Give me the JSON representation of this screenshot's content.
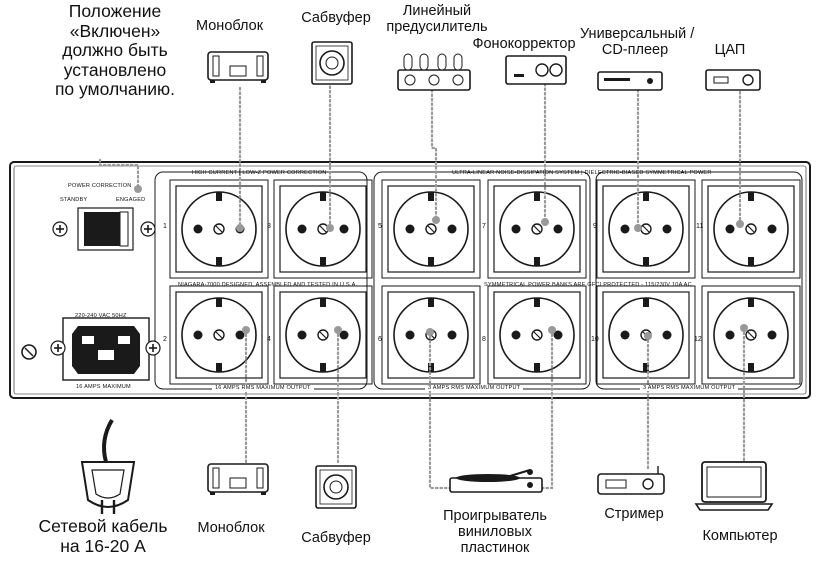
{
  "note_default_on": [
    "Положение",
    "«Включен»",
    "должно быть",
    "установлено",
    "по умолчанию."
  ],
  "top_devices": [
    {
      "key": "monoblock",
      "label": [
        "Моноблок"
      ],
      "icon": "amplifier-icon"
    },
    {
      "key": "subwoofer",
      "label": [
        "Сабвуфер"
      ],
      "icon": "subwoofer-icon"
    },
    {
      "key": "preamp",
      "label": [
        "Линейный",
        "предусилитель"
      ],
      "icon": "tube-preamp-icon"
    },
    {
      "key": "phono",
      "label": [
        "Фонокорректор"
      ],
      "icon": "phono-stage-icon"
    },
    {
      "key": "cd",
      "label": [
        "Универсальный /",
        "CD-плеер"
      ],
      "icon": "cd-player-icon"
    },
    {
      "key": "dac",
      "label": [
        "ЦАП"
      ],
      "icon": "dac-icon"
    }
  ],
  "bottom_devices": [
    {
      "key": "power_cable",
      "label": [
        "Сетевой кабель",
        "на 16-20 А"
      ],
      "icon": "power-cable-icon"
    },
    {
      "key": "monoblock",
      "label": [
        "Моноблок"
      ],
      "icon": "amplifier-icon"
    },
    {
      "key": "subwoofer",
      "label": [
        "Сабвуфер"
      ],
      "icon": "subwoofer-icon"
    },
    {
      "key": "turntable",
      "label": [
        "Проигрыватель",
        "виниловых",
        "пластинок"
      ],
      "icon": "turntable-icon"
    },
    {
      "key": "streamer",
      "label": [
        "Стример"
      ],
      "icon": "streamer-icon"
    },
    {
      "key": "computer",
      "label": [
        "Компьютер"
      ],
      "icon": "laptop-icon"
    }
  ],
  "panel": {
    "power_correction": "POWER CORRECTION",
    "standby": "STANDBY",
    "engaged": "ENGAGED",
    "inlet_rating": "220-240 VAC 50Hz",
    "inlet_max": "16 AMPS MAXIMUM",
    "bank1_title": "HIGH CURRENT | LOW-Z POWER CORRECTION",
    "bank2_title": "ULTRA-LINEAR NOISE-DISSIPATION SYSTEM | DIELECTRIC-BIASED SYMMETRICAL POWER",
    "model_note": "NIAGARA-7000 DESIGNED, ASSEMBLED AND TESTED IN U.S.A.",
    "gfci_note": "SYMMETRICAL POWER BANKS ARE GFCI PROTECTED - 115/230V 10A AC",
    "bank1_output": "16 AMPS RMS MAXIMUM OUTPUT",
    "bank2_output": "3 AMPS RMS MAXIMUM OUTPUT",
    "bank3_output": "3 AMPS RMS MAXIMUM OUTPUT",
    "outlet_numbers": [
      "1",
      "2",
      "3",
      "4",
      "5",
      "6",
      "7",
      "8",
      "9",
      "10",
      "11",
      "12"
    ]
  },
  "colors": {
    "panel_stroke": "#1a1a1a",
    "dots": "#999999",
    "text": "#111111"
  }
}
